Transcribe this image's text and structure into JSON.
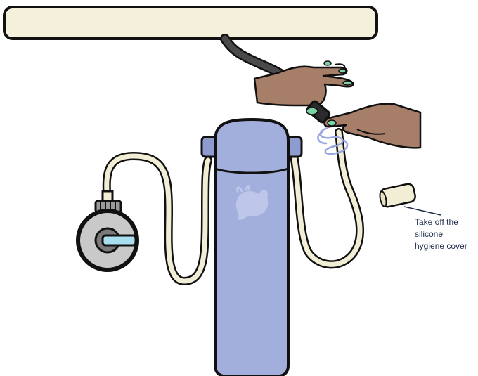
{
  "annotation": {
    "lines": [
      "Take off the",
      "silicone",
      "hygiene cover"
    ]
  },
  "colors": {
    "outline": "#111111",
    "countertop": "#f4f0dc",
    "bottle": "#a2aedb",
    "bottle_cap": "#8e9bcf",
    "hose": "#f2eed6",
    "dark_hose": "#4a4a4a",
    "skin": "#a77e68",
    "nails": "#7bd3a6",
    "valve_body": "#c9c9c9",
    "valve_inner": "#7a7a7a",
    "valve_handle": "#a9def0",
    "water_swirl": "#9aa6e0",
    "callout_text": "#1c2b4a"
  },
  "icons": {
    "bottle_logo": "whale-icon"
  }
}
